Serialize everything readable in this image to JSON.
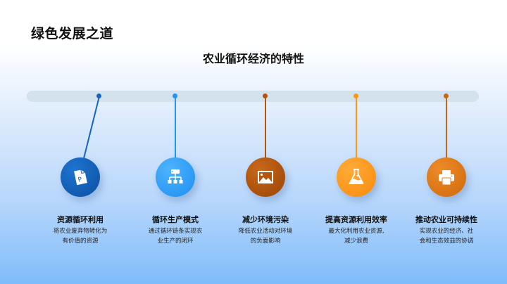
{
  "header": {
    "title": "绿色发展之道",
    "subtitle": "农业循环经济的特性"
  },
  "colors": {
    "dark_blue": "#1565c0",
    "light_blue": "#2196f3",
    "dark_orange": "#b5550c",
    "orange": "#ff9810",
    "mid_orange": "#e57c14",
    "timeline_bar": "#d4e2ee"
  },
  "timeline": {
    "items": [
      {
        "icon": "document-p-icon",
        "title": "资源循环利用",
        "desc_line1": "将农业废弃物转化为",
        "desc_line2": "有价值的资源",
        "color": "#1565c0"
      },
      {
        "icon": "sitemap-icon",
        "title": "循环生产模式",
        "desc_line1": "通过循环链条实现农",
        "desc_line2": "业生产的闭环",
        "color": "#2196f3"
      },
      {
        "icon": "image-icon",
        "title": "减少环境污染",
        "desc_line1": "降低农业活动对环境",
        "desc_line2": "的负面影响",
        "color": "#b5550c"
      },
      {
        "icon": "flask-icon",
        "title": "提高资源利用效率",
        "desc_line1": "最大化利用农业资源,",
        "desc_line2": "减少浪费",
        "color": "#ff9810"
      },
      {
        "icon": "printer-icon",
        "title": "推动农业可持续性",
        "desc_line1": "实现农业的经济、社",
        "desc_line2": "会和生态效益的协调",
        "color": "#e57c14"
      }
    ]
  }
}
